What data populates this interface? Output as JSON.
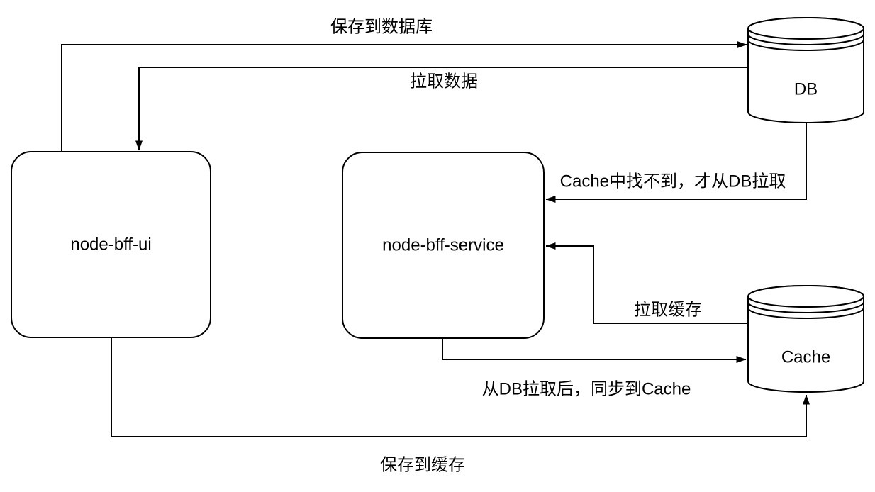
{
  "diagram": {
    "background_color": "#ffffff",
    "line_color": "#000000",
    "text_color": "#000000",
    "nodes": {
      "ui": {
        "label": "node-bff-ui",
        "shape": "rounded-rectangle"
      },
      "service": {
        "label": "node-bff-service",
        "shape": "rounded-rectangle"
      },
      "db": {
        "label": "DB",
        "shape": "database-cylinder"
      },
      "cache": {
        "label": "Cache",
        "shape": "database-cylinder"
      }
    },
    "edges": {
      "save_to_db": {
        "label": "保存到数据库",
        "from": "node-bff-ui",
        "to": "DB"
      },
      "pull_data": {
        "label": "拉取数据",
        "from": "DB",
        "to": "node-bff-ui"
      },
      "cache_miss": {
        "label": "Cache中找不到，才从DB拉取",
        "from": "DB",
        "to": "node-bff-service"
      },
      "pull_cache": {
        "label": "拉取缓存",
        "from": "Cache",
        "to": "node-bff-service"
      },
      "sync_cache": {
        "label": "从DB拉取后，同步到Cache",
        "from": "node-bff-service",
        "to": "Cache"
      },
      "save_to_cache": {
        "label": "保存到缓存",
        "from": "node-bff-ui",
        "to": "Cache"
      }
    }
  }
}
